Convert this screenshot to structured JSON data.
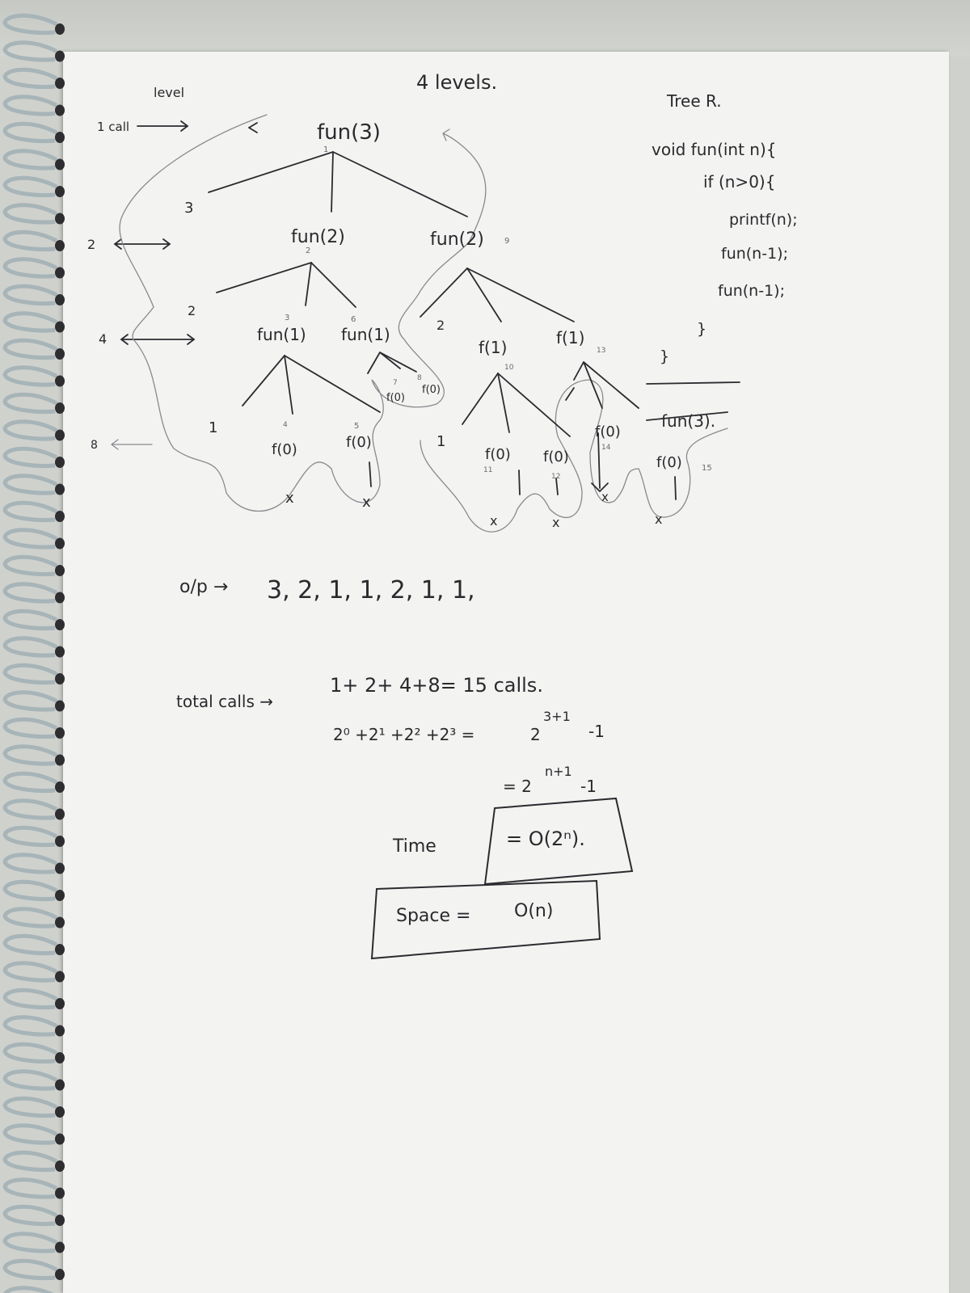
{
  "header": {
    "title": "4 levels.",
    "level_label": "level",
    "tree_label": "Tree R."
  },
  "levels": {
    "left_counts": [
      "1 call",
      "2",
      "4",
      "8"
    ],
    "depth_numbers": [
      "3",
      "2",
      "2",
      "1",
      "1"
    ]
  },
  "tree": {
    "root": "fun(3)",
    "level2": [
      "fun(2)",
      "fun(2)"
    ],
    "level3": [
      "fun(1)",
      "fun(1)",
      "f(1)",
      "f(1)"
    ],
    "level4": [
      "f(0)",
      "f(0)",
      "f(0)",
      "f(0)",
      "f(0)",
      "f(0)"
    ],
    "small_calls": [
      "f(0)",
      "f(0)"
    ],
    "terminators": [
      "x",
      "x",
      "x",
      "x",
      "x",
      "x"
    ],
    "order_numbers": [
      "1",
      "2",
      "3",
      "4",
      "5",
      "6",
      "7",
      "8",
      "9",
      "10",
      "11",
      "12",
      "13",
      "14",
      "15"
    ]
  },
  "code": {
    "lines": [
      "void fun(int n){",
      "if (n>0){",
      "printf(n);",
      "fun(n-1);",
      "fun(n-1);",
      "}",
      "}"
    ],
    "caption": "fun(3)."
  },
  "output": {
    "label": "o/p →",
    "values": "3, 2, 1, 1, 2, 1, 1,"
  },
  "math": {
    "total_label": "total calls →",
    "sum": "1+ 2+ 4+8= 15 calls.",
    "powers": "2⁰ +2¹ +2² +2³ =",
    "powers_result": "2",
    "powers_exp": "3+1",
    "powers_tail": "-1",
    "general": "= 2",
    "general_exp": "n+1",
    "general_tail": "-1"
  },
  "complexity": {
    "time_label": "Time",
    "time_value": "= O(2ⁿ).",
    "space_label": "Space =",
    "space_value": "O(n)"
  },
  "colors": {
    "ink": "#2b2b30",
    "pencil": "#8a8a8f",
    "paper": "#f3f3f1",
    "coil": "#a7b4b8"
  }
}
